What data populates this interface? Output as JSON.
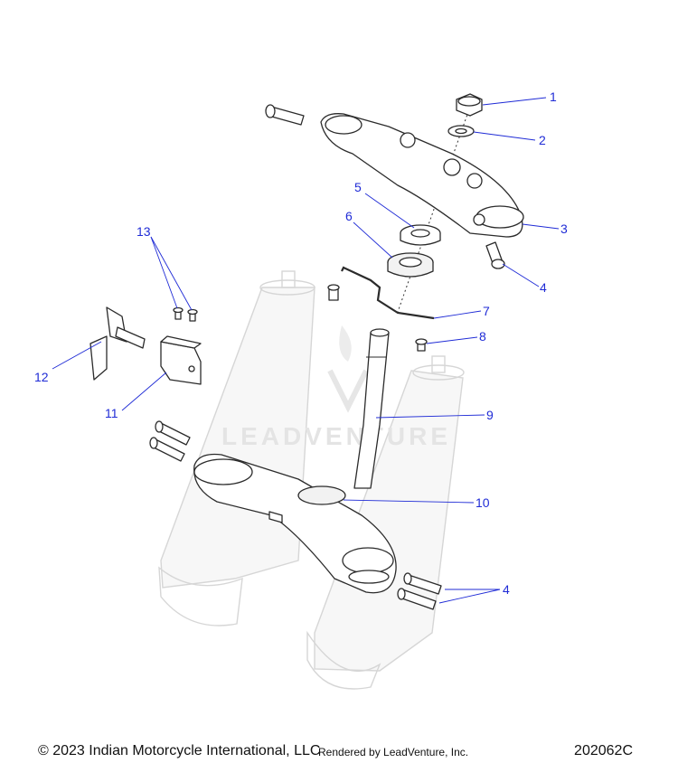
{
  "callouts": {
    "c1": "1",
    "c2": "2",
    "c3": "3",
    "c4a": "4",
    "c5": "5",
    "c6": "6",
    "c7": "7",
    "c8": "8",
    "c9": "9",
    "c10": "10",
    "c11": "11",
    "c12": "12",
    "c13": "13",
    "c4b": "4"
  },
  "watermark": "LEADVENTURE",
  "footer": {
    "copyright": "© 2023 Indian Motorcycle International, LLC",
    "rendered": "Rendered by LeadVenture, Inc.",
    "drawing_id": "202062C"
  },
  "colors": {
    "callout": "#1f2bd6",
    "outline": "#2b2b2b",
    "ghost": "#d6d6d6"
  }
}
